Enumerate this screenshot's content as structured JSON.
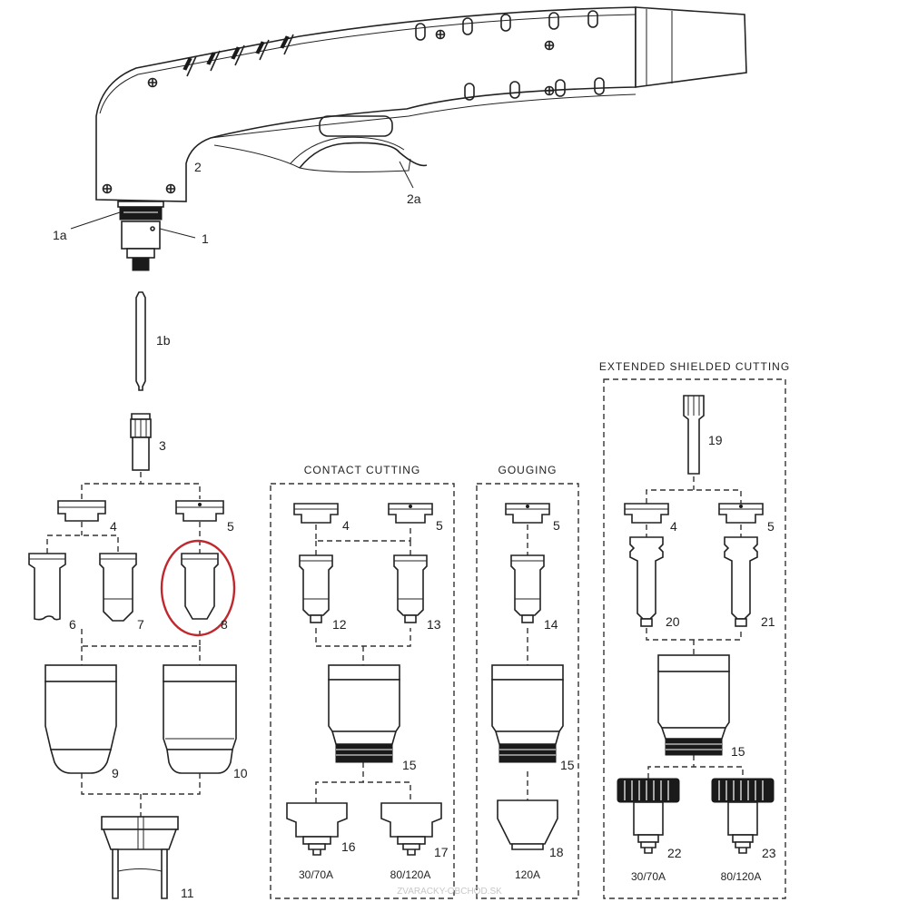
{
  "labels": {
    "p1": "1",
    "p1a": "1a",
    "p1b": "1b",
    "p2": "2",
    "p2a": "2a",
    "p3": "3",
    "p4a": "4",
    "p5a": "5",
    "p6": "6",
    "p7": "7",
    "p8": "8",
    "p9": "9",
    "p10": "10",
    "p11": "11",
    "p4b": "4",
    "p5b": "5",
    "p12": "12",
    "p13": "13",
    "p15b": "15",
    "p16": "16",
    "p17": "17",
    "p5c": "5",
    "p14": "14",
    "p15c": "15",
    "p18": "18",
    "p19": "19",
    "p4d": "4",
    "p5d": "5",
    "p20": "20",
    "p21": "21",
    "p15d": "15",
    "p22": "22",
    "p23": "23"
  },
  "sections": {
    "contact": "CONTACT CUTTING",
    "gouging": "GOUGING",
    "extended": "EXTENDED SHIELDED CUTTING"
  },
  "amps": {
    "a1": "30/70A",
    "a2": "80/120A",
    "a3": "120A",
    "a4": "30/70A",
    "a5": "80/120A"
  },
  "watermark": "ZVARACKY-OBCHOD.SK",
  "highlight_color": "#c0282d"
}
